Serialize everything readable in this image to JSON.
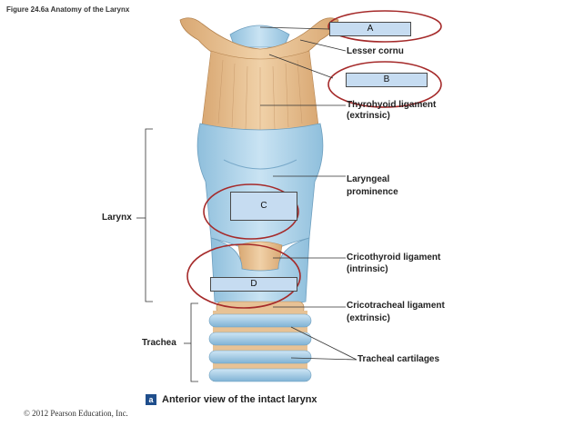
{
  "figure": {
    "title": "Figure 24.6a  Anatomy of the Larynx",
    "caption_badge": "a",
    "caption": "Anterior view of the intact larynx",
    "copyright": "© 2012 Pearson Education, Inc."
  },
  "answer_boxes": {
    "a": "A",
    "b": "B",
    "c": "C",
    "d": "D"
  },
  "labels": {
    "lesser_cornu": "Lesser cornu",
    "thyrohyoid_1": "Thyrohyoid ligament",
    "thyrohyoid_2": "(extrinsic)",
    "laryngeal_1": "Laryngeal",
    "laryngeal_2": "prominence",
    "cricothyroid_1": "Cricothyroid ligament",
    "cricothyroid_2": "(intrinsic)",
    "cricotracheal_1": "Cricotracheal ligament",
    "cricotracheal_2": "(extrinsic)",
    "tracheal_cartilages": "Tracheal cartilages",
    "larynx": "Larynx",
    "trachea": "Trachea"
  },
  "colors": {
    "cartilage_blue": "#a9cfe6",
    "ligament_tan": "#e7c295",
    "circle_red": "#a52a2a",
    "box_fill": "#c6dcf1"
  }
}
